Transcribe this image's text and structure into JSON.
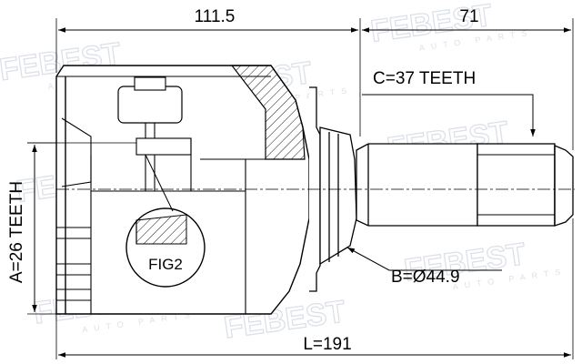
{
  "dimensions": {
    "top_left": "111.5",
    "top_right": "71",
    "bottom_length": "L=191",
    "left_teeth": "A=26 TEETH",
    "right_teeth": "C=37 TEETH",
    "diameter": "B=Ø44.9"
  },
  "callout": {
    "label": "FIG2"
  },
  "watermark": {
    "brand": "FEBEST",
    "sub": "AUTO PARTS"
  }
}
